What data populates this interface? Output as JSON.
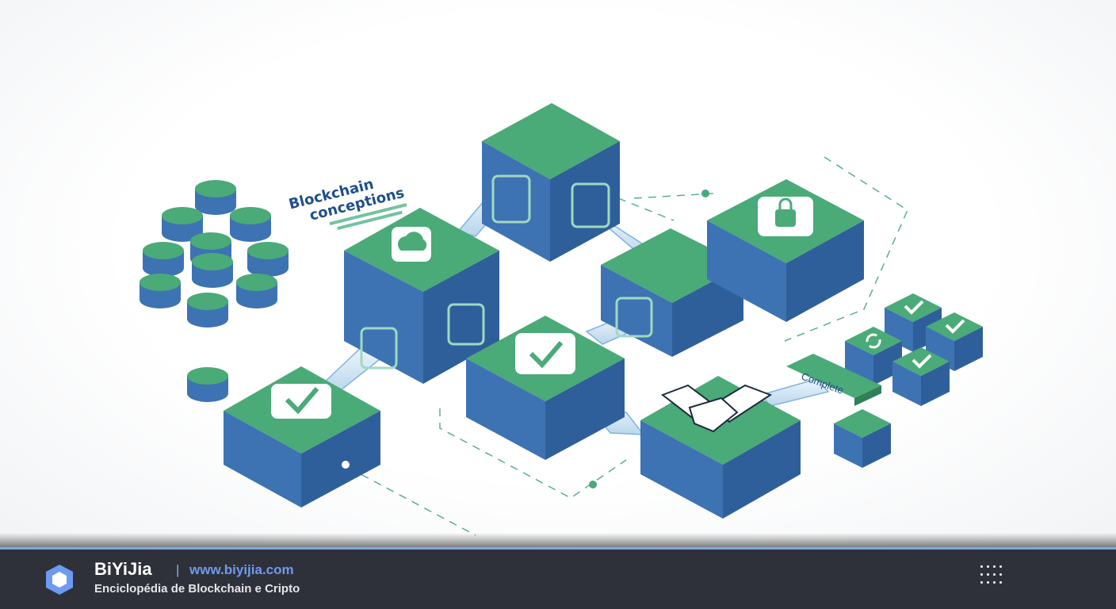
{
  "illustration": {
    "caption_title_line1": "Blockchain",
    "caption_title_line2": "conceptions",
    "complete_label": "Complete",
    "colors": {
      "block_blue": "#3d73b3",
      "block_green": "#4aaa78",
      "dashed_line": "#58ae99"
    },
    "icons": [
      "checkmark-icon",
      "cloud-icon",
      "lock-icon",
      "handshake-icon",
      "refresh-icon"
    ]
  },
  "footer": {
    "brand": "BiYiJia",
    "separator": "|",
    "url": "www.biyijia.com",
    "tagline": "Enciclopédia de Blockchain e Cripto",
    "colors": {
      "background": "#2e3139",
      "accent": "#6d9bf2"
    },
    "menu_icon": "grid-dots-icon"
  }
}
